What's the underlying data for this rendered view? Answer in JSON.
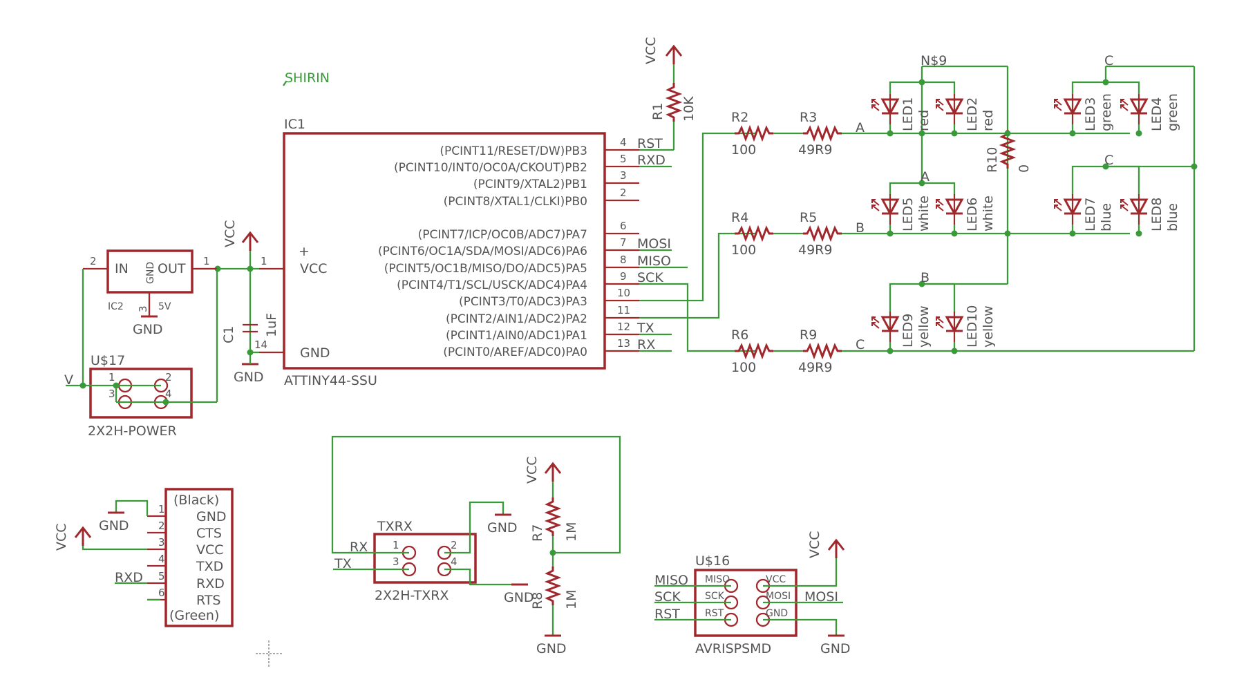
{
  "title": "SHIRIN",
  "ic1": {
    "ref": "IC1",
    "part": "ATTINY44-SSU",
    "pins_right": [
      {
        "label": "(PCINT11/RESET/DW)PB3",
        "num": "4",
        "net": "RST"
      },
      {
        "label": "(PCINT10/INT0/OC0A/CKOUT)PB2",
        "num": "5",
        "net": "RXD"
      },
      {
        "label": "(PCINT9/XTAL2)PB1",
        "num": "3",
        "net": ""
      },
      {
        "label": "(PCINT8/XTAL1/CLKI)PB0",
        "num": "2",
        "net": ""
      },
      {
        "label": "(PCINT7/ICP/OC0B/ADC7)PA7",
        "num": "6",
        "net": ""
      },
      {
        "label": "(PCINT6/OC1A/SDA/MOSI/ADC6)PA6",
        "num": "7",
        "net": "MOSI"
      },
      {
        "label": "(PCINT5/OC1B/MISO/DO/ADC5)PA5",
        "num": "8",
        "net": "MISO"
      },
      {
        "label": "(PCINT4/T1/SCL/USCK/ADC4)PA4",
        "num": "9",
        "net": "SCK"
      },
      {
        "label": "(PCINT3/T0/ADC3)PA3",
        "num": "10",
        "net": ""
      },
      {
        "label": "(PCINT2/AIN1/ADC2)PA2",
        "num": "11",
        "net": ""
      },
      {
        "label": "(PCINT1/AIN0/ADC1)PA1",
        "num": "12",
        "net": "TX"
      },
      {
        "label": "(PCINT0/AREF/ADC0)PA0",
        "num": "13",
        "net": "RX"
      }
    ],
    "vcc_label": "VCC",
    "vcc_num": "1",
    "gnd_label": "GND",
    "gnd_num": "14",
    "plus": "+"
  },
  "regulator": {
    "ref": "IC2",
    "in": "IN",
    "out": "OUT",
    "gnd": "GND",
    "pin_in": "2",
    "pin_out": "1",
    "pin_gnd": "3",
    "value": "5V",
    "gnd_label": "GND"
  },
  "c1": {
    "ref": "C1",
    "value": "1uF",
    "gnd_label": "GND"
  },
  "vcc_labels": {
    "main": "VCC",
    "r1": "VCC",
    "ftdi": "VCC",
    "r7": "VCC",
    "isp": "VCC"
  },
  "r1": {
    "ref": "R1",
    "value": "10K"
  },
  "power_header": {
    "ref": "U$17",
    "name": "2X2H-POWER",
    "pins": [
      "1",
      "2",
      "3",
      "4"
    ],
    "net_v": "V"
  },
  "resistors": [
    {
      "ref": "R2",
      "value": "100"
    },
    {
      "ref": "R3",
      "value": "49R9"
    },
    {
      "ref": "R4",
      "value": "100"
    },
    {
      "ref": "R5",
      "value": "49R9"
    },
    {
      "ref": "R6",
      "value": "100"
    },
    {
      "ref": "R9",
      "value": "49R9"
    }
  ],
  "r10": {
    "ref": "R10",
    "value": "0"
  },
  "nets": {
    "a": "A",
    "b": "B",
    "c": "C",
    "n9": "N$9"
  },
  "leds": [
    {
      "ref": "LED1",
      "color": "red"
    },
    {
      "ref": "LED2",
      "color": "red"
    },
    {
      "ref": "LED3",
      "color": "green"
    },
    {
      "ref": "LED4",
      "color": "green"
    },
    {
      "ref": "LED5",
      "color": "white"
    },
    {
      "ref": "LED6",
      "color": "white"
    },
    {
      "ref": "LED7",
      "color": "blue"
    },
    {
      "ref": "LED8",
      "color": "blue"
    },
    {
      "ref": "LED9",
      "color": "yellow"
    },
    {
      "ref": "LED10",
      "color": "yellow"
    }
  ],
  "ftdi": {
    "top": "(Black)",
    "bottom": "(Green)",
    "pins": [
      {
        "num": "1",
        "label": "GND"
      },
      {
        "num": "2",
        "label": "CTS"
      },
      {
        "num": "3",
        "label": "VCC"
      },
      {
        "num": "4",
        "label": "TXD"
      },
      {
        "num": "5",
        "label": "RXD"
      },
      {
        "num": "6",
        "label": "RTS"
      }
    ],
    "gnd_label": "GND",
    "rxd_net": "RXD"
  },
  "txrx_header": {
    "name": "TXRX",
    "bottom": "2X2H-TXRX",
    "pins": [
      "1",
      "2",
      "3",
      "4"
    ],
    "rx": "RX",
    "tx": "TX",
    "gnd_top": "GND",
    "gnd_side": "GND"
  },
  "r7": {
    "ref": "R7",
    "value": "1M"
  },
  "r8": {
    "ref": "R8",
    "value": "1M",
    "gnd_label": "GND"
  },
  "isp": {
    "ref": "U$16",
    "name": "AVRISPSMD",
    "pins_left": [
      "MISO",
      "SCK",
      "RST"
    ],
    "pins_right": [
      "VCC",
      "MOSI",
      "GND"
    ],
    "net_left": [
      "MISO",
      "SCK",
      "RST"
    ],
    "net_mosi": "MOSI",
    "gnd_label": "GND"
  },
  "colors": {
    "component": "#a0282c",
    "wire": "#3a9a3a",
    "text": "#555555"
  }
}
